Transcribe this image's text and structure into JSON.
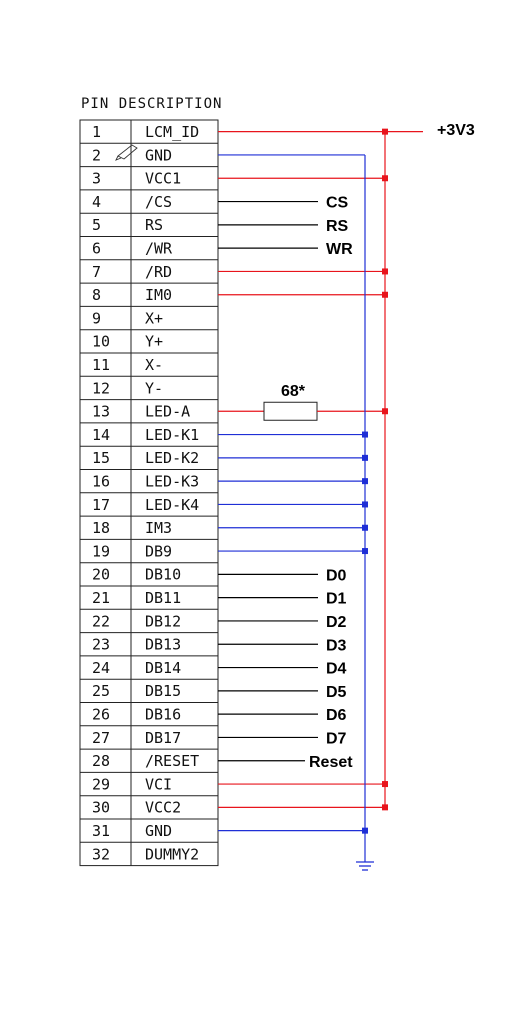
{
  "title": "PIN DESCRIPTION",
  "pins": [
    {
      "num": "1",
      "name": "LCM_ID",
      "net": "3v3"
    },
    {
      "num": "2",
      "name": "GND",
      "net": "gnd"
    },
    {
      "num": "3",
      "name": "VCC1",
      "net": "3v3"
    },
    {
      "num": "4",
      "name": "/CS",
      "net": "sig",
      "label": "CS"
    },
    {
      "num": "5",
      "name": "RS",
      "net": "sig",
      "label": "RS"
    },
    {
      "num": "6",
      "name": "/WR",
      "net": "sig",
      "label": "WR"
    },
    {
      "num": "7",
      "name": "/RD",
      "net": "3v3"
    },
    {
      "num": "8",
      "name": "IM0",
      "net": "3v3"
    },
    {
      "num": "9",
      "name": "X+",
      "net": "none"
    },
    {
      "num": "10",
      "name": "Y+",
      "net": "none"
    },
    {
      "num": "11",
      "name": "X-",
      "net": "none"
    },
    {
      "num": "12",
      "name": "Y-",
      "net": "none"
    },
    {
      "num": "13",
      "name": "LED-A",
      "net": "res"
    },
    {
      "num": "14",
      "name": "LED-K1",
      "net": "gnd"
    },
    {
      "num": "15",
      "name": "LED-K2",
      "net": "gnd"
    },
    {
      "num": "16",
      "name": "LED-K3",
      "net": "gnd"
    },
    {
      "num": "17",
      "name": "LED-K4",
      "net": "gnd"
    },
    {
      "num": "18",
      "name": "IM3",
      "net": "gnd"
    },
    {
      "num": "19",
      "name": "DB9",
      "net": "gnd"
    },
    {
      "num": "20",
      "name": "DB10",
      "net": "sig",
      "label": "D0"
    },
    {
      "num": "21",
      "name": "DB11",
      "net": "sig",
      "label": "D1"
    },
    {
      "num": "22",
      "name": "DB12",
      "net": "sig",
      "label": "D2"
    },
    {
      "num": "23",
      "name": "DB13",
      "net": "sig",
      "label": "D3"
    },
    {
      "num": "24",
      "name": "DB14",
      "net": "sig",
      "label": "D4"
    },
    {
      "num": "25",
      "name": "DB15",
      "net": "sig",
      "label": "D5"
    },
    {
      "num": "26",
      "name": "DB16",
      "net": "sig",
      "label": "D6"
    },
    {
      "num": "27",
      "name": "DB17",
      "net": "sig",
      "label": "D7"
    },
    {
      "num": "28",
      "name": "/RESET",
      "net": "sig",
      "label": "Reset"
    },
    {
      "num": "29",
      "name": "VCI",
      "net": "3v3"
    },
    {
      "num": "30",
      "name": "VCC2",
      "net": "3v3"
    },
    {
      "num": "31",
      "name": "GND",
      "net": "gnd"
    },
    {
      "num": "32",
      "name": "DUMMY2",
      "net": "none"
    }
  ],
  "power_label": "+3V3",
  "resistor_label": "68*",
  "colors": {
    "power": "#e8141c",
    "ground": "#1f2fd6",
    "signal": "#000000",
    "grid": "#222222"
  },
  "icons": {
    "ground": "ground-symbol-icon",
    "pen": "pen-cursor-icon"
  }
}
